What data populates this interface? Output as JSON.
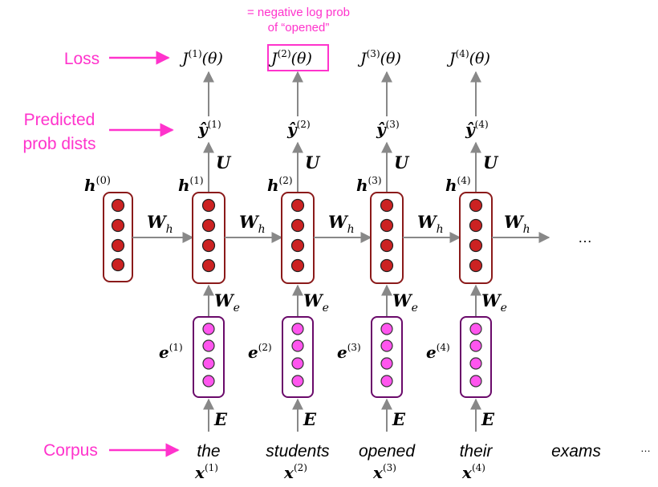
{
  "side_labels": {
    "loss": "Loss",
    "predicted_line1": "Predicted",
    "predicted_line2": "prob dists",
    "corpus": "Corpus"
  },
  "annotation": {
    "line1": "= negative log prob",
    "line2": "of “opened”"
  },
  "h0": {
    "base": "h",
    "sup": "(0)"
  },
  "steps": [
    {
      "word": "the",
      "loss_base": "J",
      "sup": "(1)",
      "arg": "(θ)",
      "yhat": "ŷ",
      "h": "h",
      "e": "e",
      "x": "x",
      "highlighted": false
    },
    {
      "word": "students",
      "loss_base": "J",
      "sup": "(2)",
      "arg": "(θ)",
      "yhat": "ŷ",
      "h": "h",
      "e": "e",
      "x": "x",
      "highlighted": true
    },
    {
      "word": "opened",
      "loss_base": "J",
      "sup": "(3)",
      "arg": "(θ)",
      "yhat": "ŷ",
      "h": "h",
      "e": "e",
      "x": "x",
      "highlighted": false
    },
    {
      "word": "their",
      "loss_base": "J",
      "sup": "(4)",
      "arg": "(θ)",
      "yhat": "ŷ",
      "h": "h",
      "e": "e",
      "x": "x",
      "highlighted": false
    }
  ],
  "extra_word": "exams",
  "ellipsis": "…",
  "weights": {
    "U": "U",
    "Wh": "W",
    "Wh_sub": "h",
    "We": "W",
    "We_sub": "e",
    "E": "E"
  },
  "colors": {
    "magenta": "#ff33cc",
    "hidden_border": "#8b1a1a",
    "hidden_dot": "#cc2222",
    "embed_border": "#6a0a6a",
    "embed_dot": "#ff55ee",
    "arrow": "#888888"
  }
}
